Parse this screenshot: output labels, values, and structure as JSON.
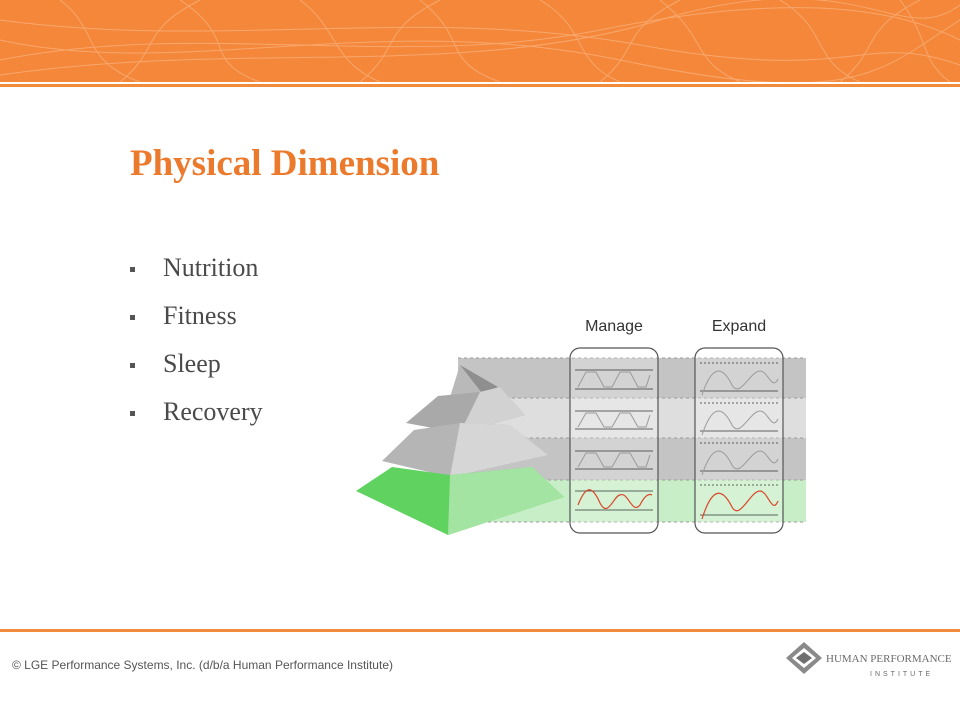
{
  "slide": {
    "title": "Physical Dimension",
    "bullets": [
      {
        "label": "Nutrition"
      },
      {
        "label": "Fitness"
      },
      {
        "label": "Sleep"
      },
      {
        "label": "Recovery"
      }
    ]
  },
  "diagram": {
    "column_labels": {
      "manage": "Manage",
      "expand": "Expand"
    },
    "highlighted_tier": 4,
    "tier_count": 4
  },
  "footer": {
    "copyright": "© LGE Performance Systems, Inc. (d/b/a Human Performance Institute)",
    "logo_line1": "HUMAN PERFORMANCE",
    "logo_line2": "INSTITUTE"
  },
  "colors": {
    "accent_orange": "#f4873a",
    "title_orange": "#ec7a2c",
    "highlight_green": "#5fd25f",
    "wave_red": "#d9462b",
    "wave_gray": "#9a9a9a"
  }
}
